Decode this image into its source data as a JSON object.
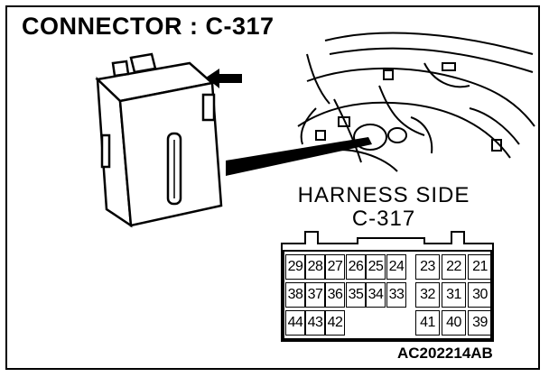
{
  "title": "CONNECTOR : C-317",
  "harness": {
    "line1": "HARNESS SIDE",
    "line2": "C-317"
  },
  "pins": {
    "row1": [
      "29",
      "28",
      "27",
      "26",
      "25",
      "24",
      "23",
      "22",
      "21"
    ],
    "row2": [
      "38",
      "37",
      "36",
      "35",
      "34",
      "33",
      "32",
      "31",
      "30"
    ],
    "row3": [
      "44",
      "43",
      "42",
      "",
      "",
      "",
      "41",
      "40",
      "39"
    ]
  },
  "reference_code": "AC202214AB"
}
